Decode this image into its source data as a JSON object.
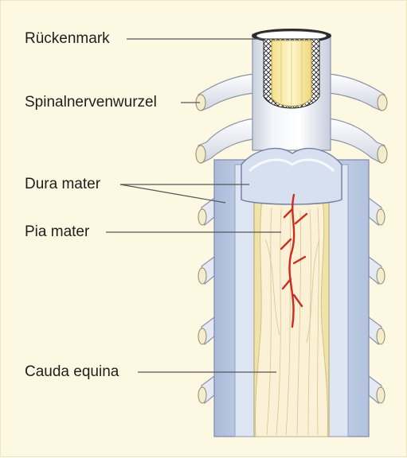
{
  "labels": [
    {
      "id": "rueckenmark",
      "text": "Rückenmark"
    },
    {
      "id": "spinalnervenwurzel",
      "text": "Spinalnervenwurzel"
    },
    {
      "id": "dura-mater",
      "text": "Dura mater"
    },
    {
      "id": "pia-mater",
      "text": "Pia mater"
    },
    {
      "id": "cauda-equina",
      "text": "Cauda equina"
    }
  ],
  "colors": {
    "background": "#fdf8e2",
    "spinal_sheath": "#eef0f6",
    "dura": "#c9d6ec",
    "nerve_fibers": "#fbedcc",
    "blood_vessel": "#d02a1e",
    "leader_line": "#555555"
  }
}
